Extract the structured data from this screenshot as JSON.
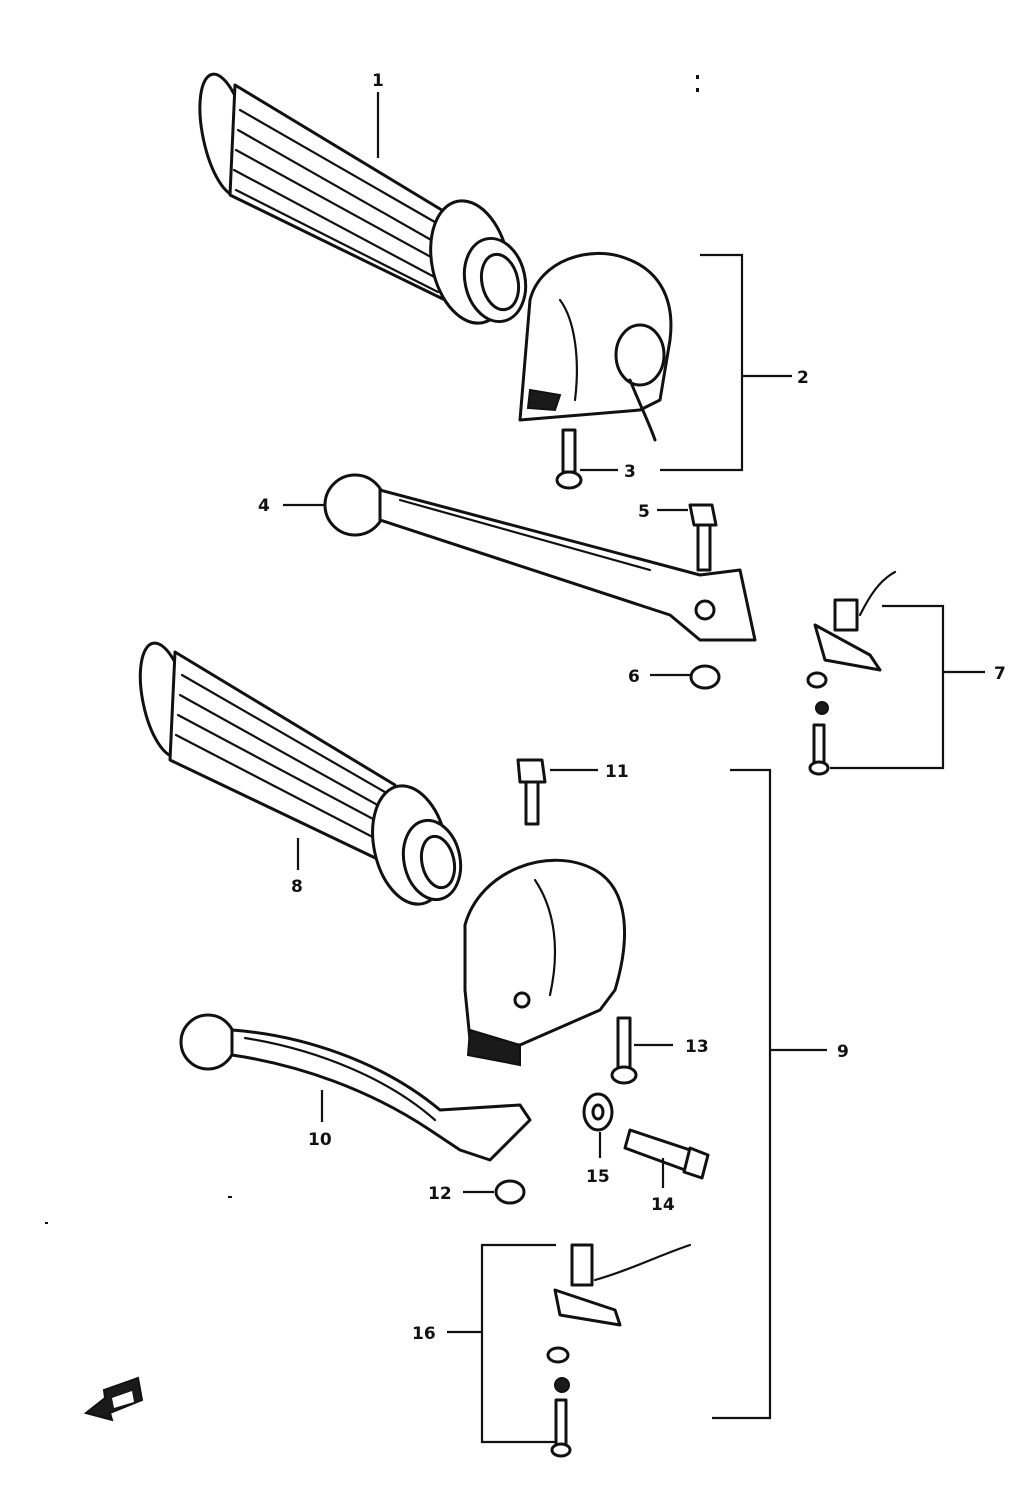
{
  "callouts": {
    "c1": "1",
    "c2": "2",
    "c3": "3",
    "c4": "4",
    "c5": "5",
    "c6": "6",
    "c7": "7",
    "c8": "8",
    "c9": "9",
    "c10": "10",
    "c11": "11",
    "c12": "12",
    "c13": "13",
    "c14": "14",
    "c15": "15",
    "c16": "16"
  },
  "icons": {
    "direction_arrow": "front-direction-arrow-icon"
  }
}
